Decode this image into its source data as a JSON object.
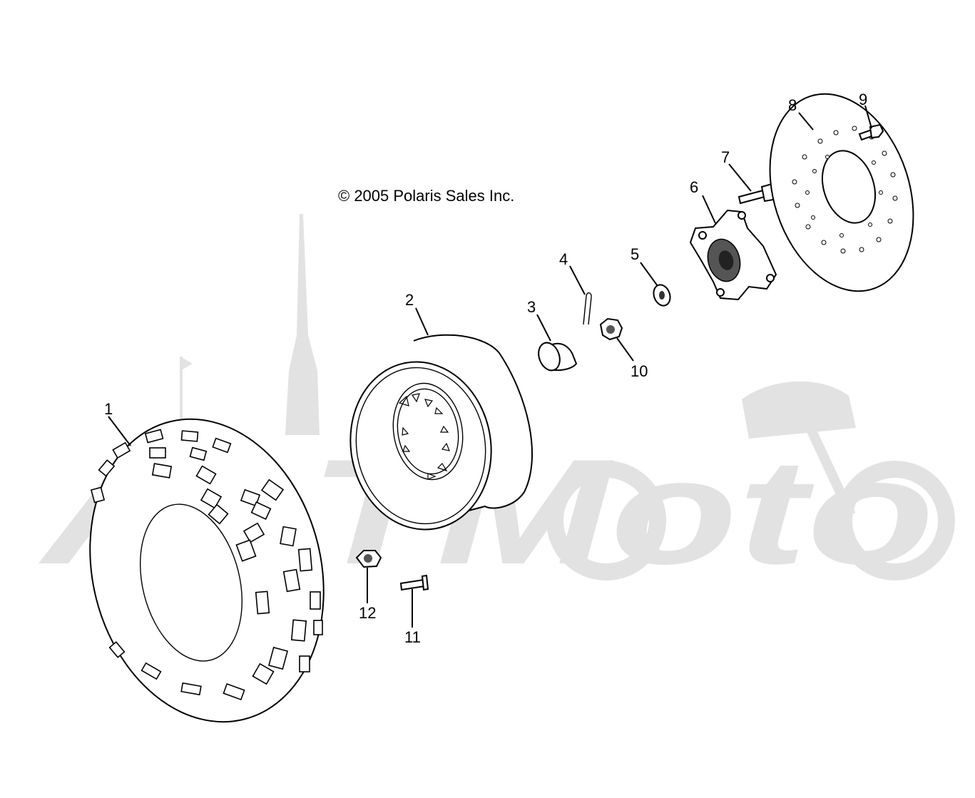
{
  "copyright": "© 2005 Polaris Sales Inc.",
  "watermark": "AcTMoto",
  "callouts": [
    {
      "id": "1",
      "label": "1"
    },
    {
      "id": "2",
      "label": "2"
    },
    {
      "id": "3",
      "label": "3"
    },
    {
      "id": "4",
      "label": "4"
    },
    {
      "id": "5",
      "label": "5"
    },
    {
      "id": "6",
      "label": "6"
    },
    {
      "id": "7",
      "label": "7"
    },
    {
      "id": "8",
      "label": "8"
    },
    {
      "id": "9",
      "label": "9"
    },
    {
      "id": "10",
      "label": "10"
    },
    {
      "id": "11",
      "label": "11"
    },
    {
      "id": "12",
      "label": "12"
    }
  ],
  "colors": {
    "watermark": "#e2e2e2",
    "line": "#000000",
    "background": "#ffffff"
  }
}
